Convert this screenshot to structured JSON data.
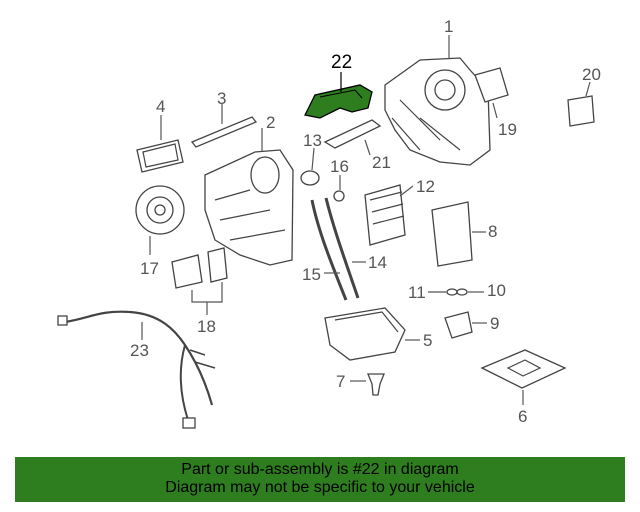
{
  "diagram": {
    "highlight_color": "#2e7d1e",
    "highlighted_part": "22",
    "callouts": [
      "1",
      "2",
      "3",
      "4",
      "5",
      "6",
      "7",
      "8",
      "9",
      "10",
      "11",
      "12",
      "13",
      "14",
      "15",
      "16",
      "17",
      "18",
      "19",
      "20",
      "21",
      "22",
      "23"
    ]
  },
  "banner": {
    "line1": "Part or sub-assembly is #22 in diagram",
    "line2": "Diagram may not be specific to your vehicle",
    "background": "#2e7d1e"
  }
}
